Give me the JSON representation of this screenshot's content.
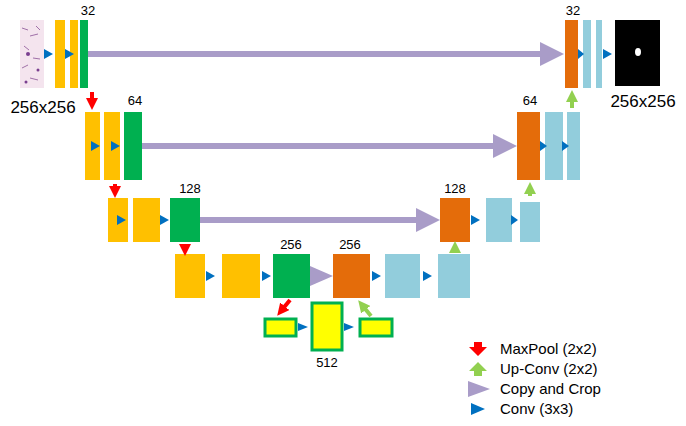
{
  "diagram": {
    "labels": [
      "32",
      "32",
      "256x256",
      "64",
      "64",
      "256x256",
      "128",
      "128",
      "256",
      "256",
      "512"
    ],
    "legend": [
      {
        "text": "MaxPool (2x2)"
      },
      {
        "text": "Up-Conv (2x2)"
      },
      {
        "text": "Copy and Crop"
      },
      {
        "text": "Conv (3x3)"
      }
    ]
  }
}
